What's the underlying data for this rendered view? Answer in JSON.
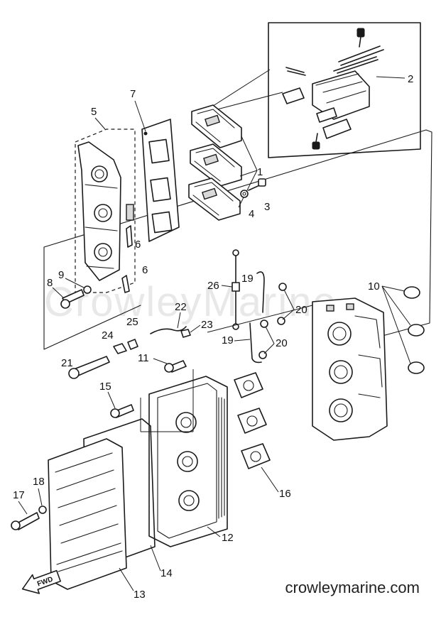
{
  "watermark": "CrowleyMarine",
  "website": "crowleymarine.com",
  "fwd_marker": "FWD",
  "callouts": {
    "c1": "1",
    "c2": "2",
    "c3": "3",
    "c4": "4",
    "c5": "5",
    "c6a": "6",
    "c6b": "6",
    "c7": "7",
    "c8": "8",
    "c9": "9",
    "c10": "10",
    "c11": "11",
    "c12": "12",
    "c13": "13",
    "c14": "14",
    "c15": "15",
    "c16": "16",
    "c17": "17",
    "c18": "18",
    "c19a": "19",
    "c19b": "19",
    "c20a": "20",
    "c20b": "20",
    "c21": "21",
    "c22": "22",
    "c23": "23",
    "c24": "24",
    "c25": "25",
    "c26": "26"
  },
  "parts": [
    {
      "ref": "1",
      "name": "reed-valve-assembly"
    },
    {
      "ref": "2",
      "name": "reed-valve-detail"
    },
    {
      "ref": "3",
      "name": "bolt"
    },
    {
      "ref": "4",
      "name": "washer"
    },
    {
      "ref": "5",
      "name": "intake-manifold"
    },
    {
      "ref": "6",
      "name": "gasket"
    },
    {
      "ref": "7",
      "name": "manifold-gasket"
    },
    {
      "ref": "8",
      "name": "bolt"
    },
    {
      "ref": "9",
      "name": "washer"
    },
    {
      "ref": "10",
      "name": "clamp"
    },
    {
      "ref": "11",
      "name": "bolt"
    },
    {
      "ref": "12",
      "name": "silencer-body"
    },
    {
      "ref": "13",
      "name": "silencer-cover"
    },
    {
      "ref": "14",
      "name": "cover-gasket"
    },
    {
      "ref": "15",
      "name": "bolt"
    },
    {
      "ref": "16",
      "name": "carburetor-gasket"
    },
    {
      "ref": "17",
      "name": "bolt"
    },
    {
      "ref": "18",
      "name": "washer"
    },
    {
      "ref": "19",
      "name": "hose"
    },
    {
      "ref": "20",
      "name": "hose-clip"
    },
    {
      "ref": "21",
      "name": "long-bolt"
    },
    {
      "ref": "22",
      "name": "wire-clip"
    },
    {
      "ref": "23",
      "name": "nut"
    },
    {
      "ref": "24",
      "name": "nut"
    },
    {
      "ref": "25",
      "name": "nut"
    },
    {
      "ref": "26",
      "name": "fuel-joint"
    }
  ]
}
